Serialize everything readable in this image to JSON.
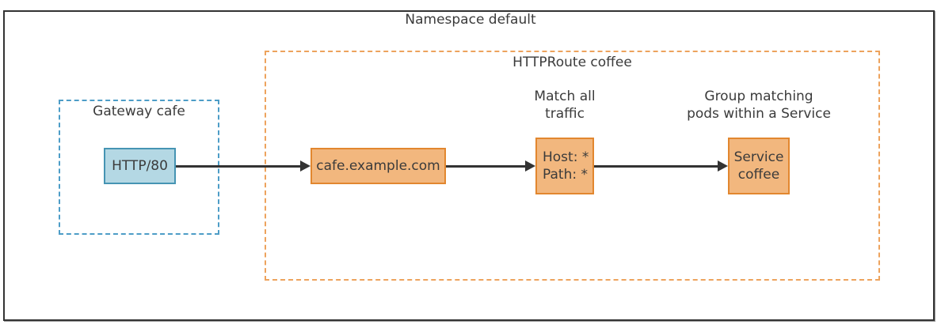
{
  "colors": {
    "frame_border": "#333333",
    "text": "#3b3b3b",
    "arrow": "#333333",
    "gateway_dash": "#4d9dc7",
    "listener_fill": "#b4d8e4",
    "listener_border": "#4694b3",
    "httproute_dash": "#eda35d",
    "orange_fill": "#f2b77e",
    "orange_border": "#e2872f"
  },
  "diagram": {
    "title": "Namespace default",
    "gateway_group": {
      "label": "Gateway cafe",
      "listener": "HTTP/80"
    },
    "httproute_group": {
      "label": "HTTPRoute coffee",
      "hostname": "cafe.example.com",
      "match": {
        "line1": "Host: *",
        "line2": "Path: *"
      },
      "match_annotation": {
        "line1": "Match all",
        "line2": "traffic"
      },
      "service": {
        "line1": "Service",
        "line2": "coffee"
      },
      "service_annotation": {
        "line1": "Group matching",
        "line2": "pods within a Service"
      }
    }
  }
}
